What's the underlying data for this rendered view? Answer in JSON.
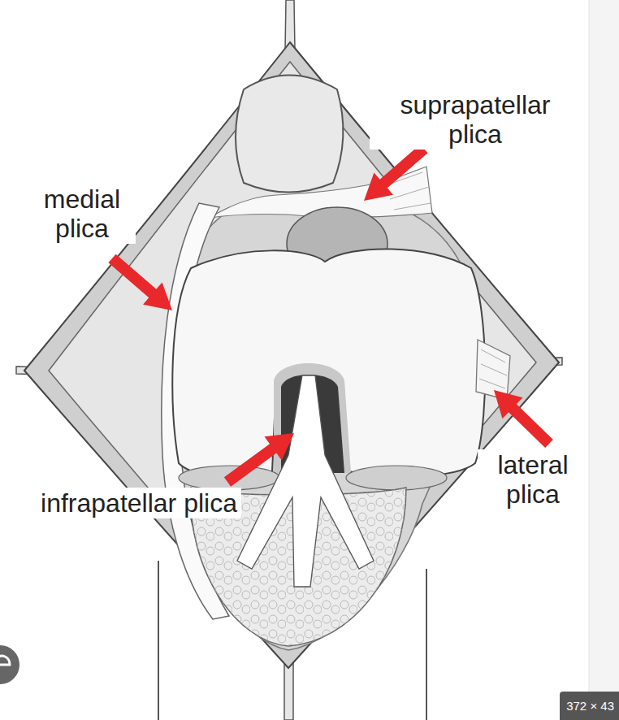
{
  "diagram": {
    "labels": [
      "suprapatellar plica",
      "medial plica",
      "infrapatellar plica",
      "lateral plica",
      "372 × 43"
    ]
  }
}
